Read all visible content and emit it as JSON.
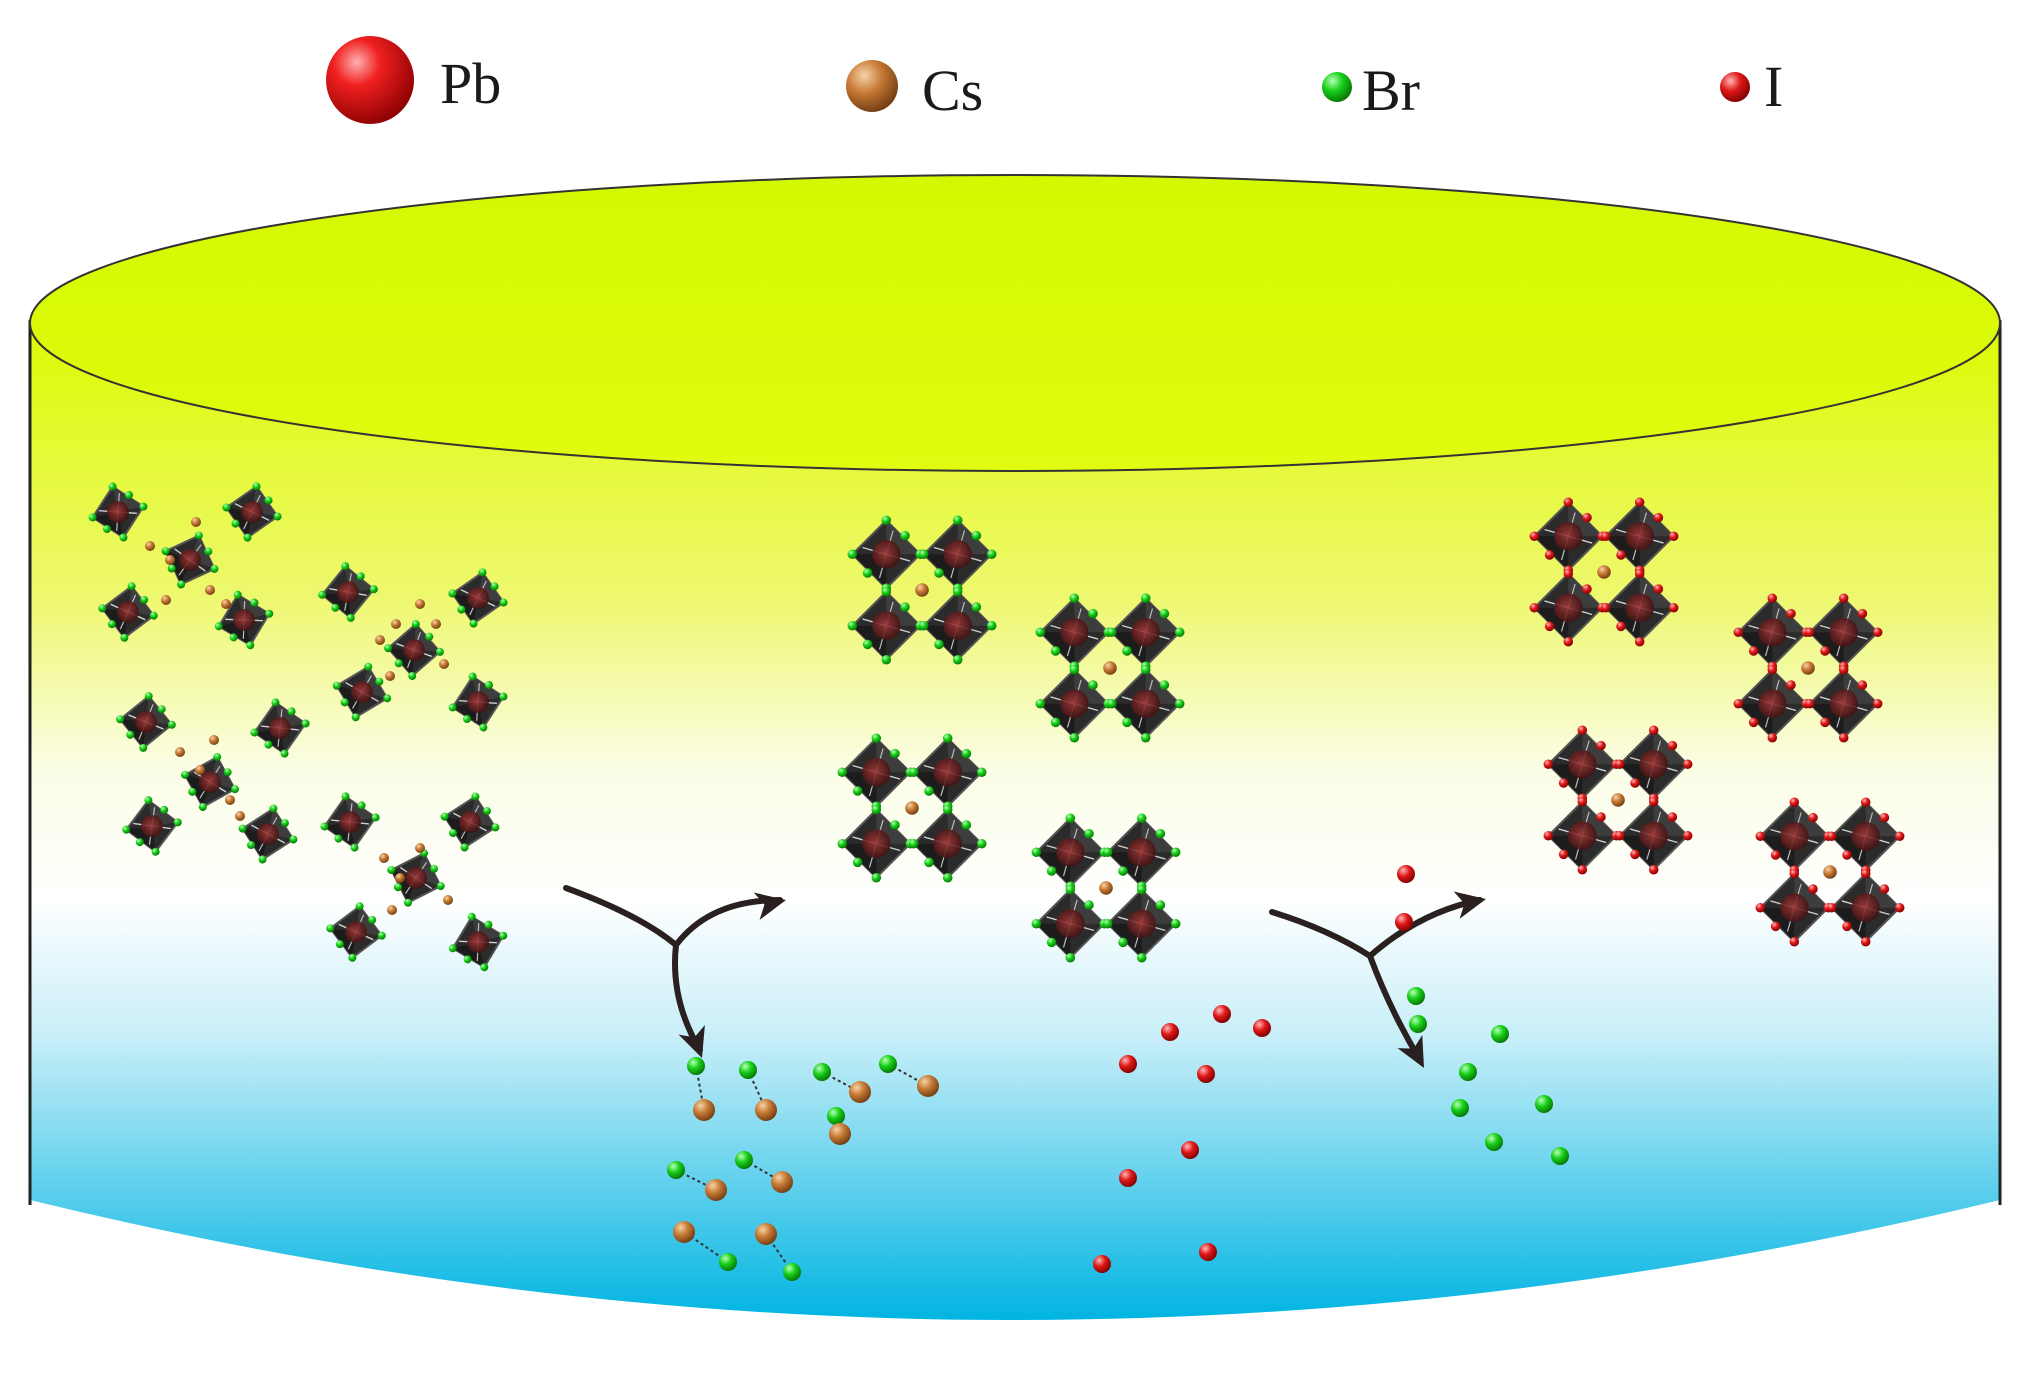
{
  "legend": {
    "items": [
      {
        "key": "pb",
        "label": "Pb",
        "color": "#e01010",
        "size": "large"
      },
      {
        "key": "cs",
        "label": "Cs",
        "color": "#c77a35",
        "size": "medium"
      },
      {
        "key": "br",
        "label": "Br",
        "color": "#18d018",
        "size": "small"
      },
      {
        "key": "i",
        "label": "I",
        "color": "#e01818",
        "size": "small"
      }
    ]
  },
  "colors": {
    "top_ellipse": "#dcfb00",
    "solution_upper": "#e6f600",
    "solution_lower": "#00b8e6",
    "octahedron": "#2a2a2a",
    "octahedron_core": "#7a2020",
    "arrow": "#2b2020"
  },
  "stages": [
    {
      "name": "disordered-clusters",
      "halide": "Br"
    },
    {
      "name": "cspbbr3-crystals",
      "halide": "Br"
    },
    {
      "name": "cspbi3-crystals",
      "halide": "I"
    }
  ]
}
